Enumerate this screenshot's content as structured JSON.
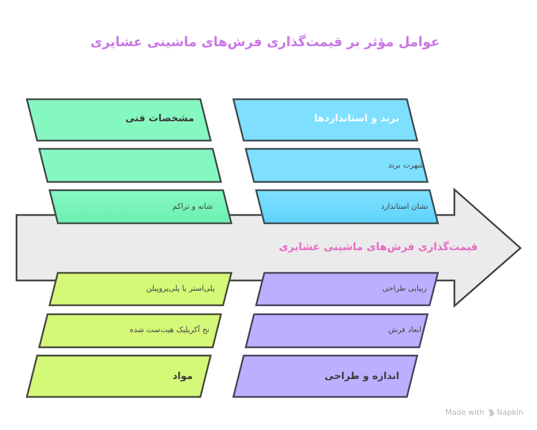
{
  "title": "عوامل مؤثر بر قیمت‌گذاری فرش‌های ماشینی عشایری",
  "center": {
    "label": "قیمت‌گذاری فرش‌های ماشینی عشایری",
    "arrow_fill": "#EBEBEB",
    "label_color": "#E76BC1"
  },
  "categories": [
    {
      "id": "technical",
      "heading": "مشخصات فنی",
      "color": "#84F8C0",
      "items": [
        "",
        "شانه و تراکم"
      ]
    },
    {
      "id": "brand",
      "heading": "برند و استانداردها",
      "color": "#7FDFFF",
      "items": [
        "شهرت برند",
        "نشان استاندارد"
      ]
    },
    {
      "id": "materials",
      "heading": "مواد",
      "color": "#D4F877",
      "items": [
        "پلی‌استر یا پلی‌پروپیلن",
        "نخ آکریلیک هیت‌ست شده"
      ]
    },
    {
      "id": "size-design",
      "heading": "اندازه و طراحی",
      "color": "#BCAFFF",
      "items": [
        "زیبایی طراحی",
        "ابعاد فرش"
      ]
    }
  ],
  "footer": {
    "made_with": "Made with",
    "brand": "Napkin"
  }
}
